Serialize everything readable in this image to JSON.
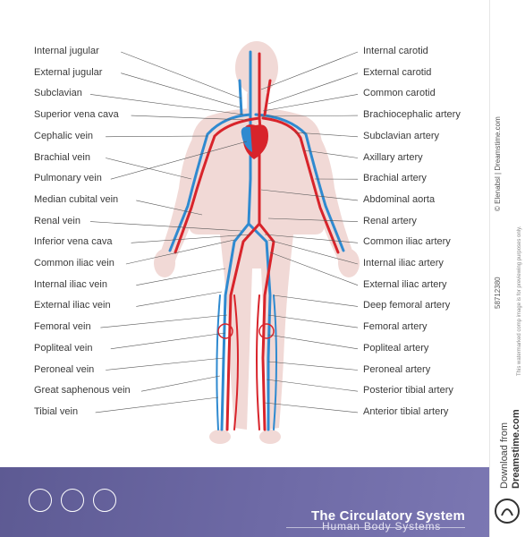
{
  "left_labels": [
    "Internal jugular",
    "External jugular",
    "Subclavian",
    "Superior vena cava",
    "Cephalic vein",
    "Brachial vein",
    "Pulmonary vein",
    "Median cubital vein",
    "Renal vein",
    "Inferior vena cava",
    "Common iliac vein",
    "Internal iliac vein",
    "External iliac vein",
    "Femoral vein",
    "Popliteal vein",
    "Peroneal vein",
    "Great saphenous vein",
    "Tibial vein"
  ],
  "right_labels": [
    "Internal carotid",
    "External carotid",
    "Common carotid",
    "Brachiocephalic artery",
    "Subclavian artery",
    "Axillary artery",
    "Brachial artery",
    "Abdominal aorta",
    "Renal artery",
    "Common iliac artery",
    "Internal iliac artery",
    "External iliac artery",
    "Deep femoral artery",
    "Femoral artery",
    "Popliteal artery",
    "Peroneal artery",
    "Posterior tibial artery",
    "Anterior tibial artery"
  ],
  "footer": {
    "title": "The Circulatory System",
    "subtitle": "Human Body Systems",
    "icons": [
      "stethoscope-icon",
      "dna-icon",
      "dumbbell-icon"
    ]
  },
  "watermark": {
    "id": "58712380",
    "credit": "© Elenabsl | Dreamstime.com",
    "notice": "This watermarked comp image is for previewing purposes only.",
    "download": "Download from",
    "brand": "Dreamstime.com"
  },
  "colors": {
    "artery": "#d8242b",
    "vein": "#2f8ad0",
    "body": "#f1d9d6",
    "footer": "#6864a0"
  }
}
